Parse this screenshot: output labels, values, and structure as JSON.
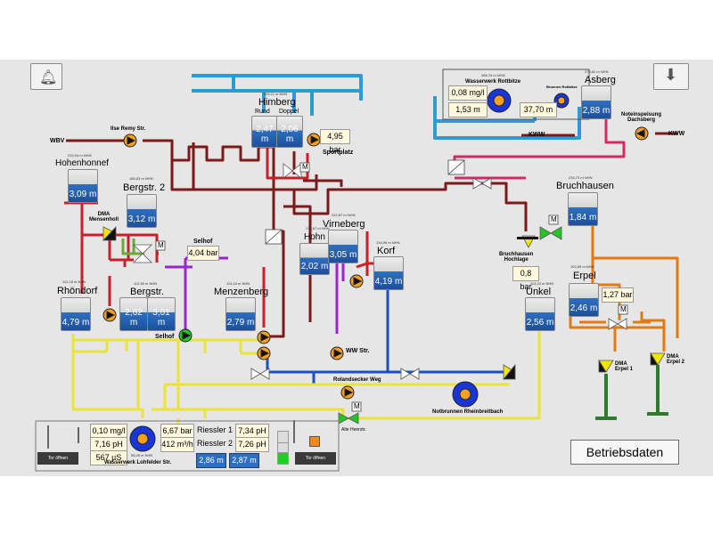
{
  "toolbar": {
    "alarm_icon": "bell-icon",
    "download_icon": "download-icon"
  },
  "labels": {
    "wbv": "WBV",
    "ilse_remy": "Ilse Remy Str.",
    "hohenhonnef": "Hohenhonnef",
    "bergstr2": "Bergstr. 2",
    "dma_mensenholl": "DMA\nMensenholl",
    "himberg": "Himberg",
    "rund": "Rund",
    "doppel": "Doppel",
    "sportplatz": "Sportplatz",
    "wasserwerk_rottbitze": "Wasserwerk Rottbitze",
    "brunnen_rottbitze": "Brunnen Rottbitze",
    "asberg": "Asberg",
    "noteinspeisung": "Noteinspeisung\nDachsberg",
    "kww1": "KWW",
    "kww2": "KWW",
    "bruchhausen": "Bruchhausen",
    "bruchhausen_hochlage": "Bruchhausen\nHochlage",
    "selhof_top": "Selhof",
    "selhof_bottom": "Selhof",
    "vinxberg": "Virneberg",
    "hohn": "Hohn",
    "korf": "Korf",
    "rhoendorf": "Rhöndorf",
    "bergstr": "Bergstr.",
    "menzenberg": "Menzenberg",
    "unkel": "Unkel",
    "erpel": "Erpel",
    "ww_str": "WW Str.",
    "rolandsecker": "Rolandsecker Weg",
    "notbrunnen": "Notbrunnen Rheinbreitbach",
    "alte_heerstr": "Alte Heerstr.",
    "dma_erpel1": "DMA\nErpel 1",
    "dma_erpel2": "DMA\nErpel 2",
    "wasserwerk_lohfelder": "Wasserwerk Lohfelder Str.",
    "riessler1": "Riessler 1",
    "riessler2": "Riessler 2",
    "tor_offen1": "Tor öffnen",
    "tor_offen2": "Tor öffnen",
    "m": "M"
  },
  "elev": {
    "himberg": "394,11 m NHN",
    "rottbitze": "286,76 m NHN",
    "asberg": "379,62 m NHN",
    "hohenhonnef": "234,94 m NHN",
    "bergstr2": "186,53 m NHN",
    "bruchhausen": "234,73 m NHN",
    "vinxberg": "222,87 m NHN",
    "hohn": "176,67 m NHN",
    "korf": "134,96 m NHN",
    "rhoendorf": "112,18 m NHN",
    "bergstr": "112,90 m NHN",
    "menzenberg": "113,43 m NHN",
    "unkel": "113,43 m NHN",
    "erpel": "102,89 m NHN",
    "lohfelder": "56,05 m NHN"
  },
  "tanks": {
    "hohenhonnef": "3,09 m",
    "bergstr2": "3,12 m",
    "himberg_rund": "2,47 m",
    "himberg_doppel": "2,06 m",
    "asberg": "2,88 m",
    "bruchhausen": "1,84 m",
    "hohn": "2,02 m",
    "vinxberg": "3,05 m",
    "korf": "4,19 m",
    "rhoendorf": "4,79 m",
    "bergstr_a": "2,62 m",
    "bergstr_b": "3,01 m",
    "menzenberg": "2,79 m",
    "unkel": "2,56 m",
    "erpel": "2,46 m"
  },
  "values": {
    "sportplatz_bar": "4,95 bar",
    "selhof_bar": "4,04 bar",
    "rottbitze_mg": "0,08 mg/l",
    "rottbitze_level": "1,53 m",
    "brunnen_level": "37,70 m",
    "hochlage_bar": "0,8 bar",
    "erpel_bar": "1,27 bar",
    "lohfelder_mg": "0,10 mg/l",
    "lohfelder_ph": "7,16 pH",
    "lohfelder_us": "567 µS",
    "riessler1_bar": "6,67 bar",
    "riessler2_flow": "412 m³/h",
    "riessler1_ph": "7,34 pH",
    "riessler2_ph": "7,26 pH",
    "level1": "2,86 m",
    "level2": "2,87 m"
  },
  "buttons": {
    "betriebsdaten": "Betriebsdaten"
  },
  "colors": {
    "panel": "#e6e6e6",
    "pipe_lightblue": "#2f9ad6",
    "pipe_darkred": "#7a1a1a",
    "pipe_red": "#c8202a",
    "pipe_pink": "#d52a66",
    "pipe_purple": "#9a27c8",
    "pipe_blue": "#1e4fc2",
    "pipe_yellow": "#e9e33a",
    "pipe_orange": "#e07a16",
    "pipe_green": "#2f7a2f",
    "pump_orange": "#f5a020",
    "tank_water": "#2e6fc0",
    "valve_yellow": "#f2e600",
    "valve_green": "#27c427"
  }
}
